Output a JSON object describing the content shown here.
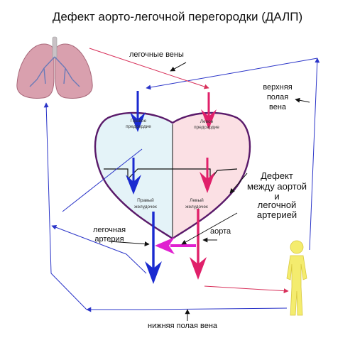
{
  "title": "Дефект аорто-легочной перегородки (ДАЛП)",
  "labels": {
    "pulmonary_veins": "легочные вены",
    "svc_line1": "верхняя",
    "svc_line2": "полая",
    "svc_line3": "вена",
    "defect_line1": "Дефект",
    "defect_line2": "между аортой",
    "defect_line3": "и",
    "defect_line4": "легочной",
    "defect_line5": "артерией",
    "pulmonary_artery_line1": "легочная",
    "pulmonary_artery_line2": "артерия",
    "aorta": "аорта",
    "ivc": "нижняя полая вена"
  },
  "chambers": {
    "right_atrium_line1": "Правое",
    "right_atrium_line2": "предсердие",
    "left_atrium_line1": "Левое",
    "left_atrium_line2": "предсердие",
    "right_ventricle_line1": "Правый",
    "right_ventricle_line2": "желудочек",
    "left_ventricle_line1": "Левый",
    "left_ventricle_line2": "желудочек"
  },
  "colors": {
    "venous": "#1a2ad0",
    "arterial": "#e0206a",
    "shunt": "#e020d0",
    "heart_outline": "#5a1a6a",
    "right_fill": "#e4f3f8",
    "left_fill": "#fbe0e4",
    "thin_blue": "#2a34c8",
    "thin_red": "#d8305a"
  }
}
